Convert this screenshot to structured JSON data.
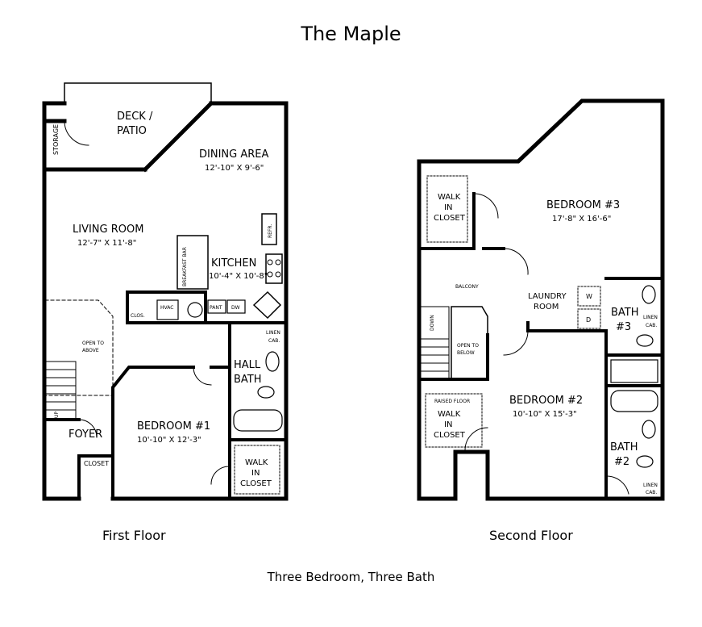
{
  "title": "The Maple",
  "subtitle": "Three Bedroom, Three Bath",
  "floors": {
    "first": {
      "label": "First Floor",
      "rooms": {
        "storage": "STORAGE",
        "deck_1": "DECK /",
        "deck_2": "PATIO",
        "dining": "DINING AREA",
        "dining_dim": "12'-10\" X 9'-6\"",
        "living": "LIVING ROOM",
        "living_dim": "12'-7\" X 11'-8\"",
        "kitchen": "KITCHEN",
        "kitchen_dim": "10'-4\" X 10'-8\"",
        "breakfast_bar": "BREAKFAST BAR",
        "refr": "REFR.",
        "clos": "CLOS.",
        "hvac": "HVAC",
        "pant": "PANT",
        "dw": "DW",
        "linen_1": "LINEN",
        "linen_2": "CAB.",
        "hall_bath_1": "HALL",
        "hall_bath_2": "BATH",
        "open_above_1": "OPEN TO",
        "open_above_2": "ABOVE",
        "bedroom1": "BEDROOM #1",
        "bedroom1_dim": "10'-10\" X 12'-3\"",
        "foyer": "FOYER",
        "closet": "CLOSET",
        "walkin_1": "WALK",
        "walkin_2": "IN",
        "walkin_3": "CLOSET",
        "up": "UP"
      }
    },
    "second": {
      "label": "Second Floor",
      "rooms": {
        "walkin_a_1": "WALK",
        "walkin_a_2": "IN",
        "walkin_a_3": "CLOSET",
        "bedroom3": "BEDROOM #3",
        "bedroom3_dim": "17'-8\" X 16'-6\"",
        "balcony": "BALCONY",
        "laundry_1": "LAUNDRY",
        "laundry_2": "ROOM",
        "w": "W",
        "d": "D",
        "bath3_1": "BATH",
        "bath3_2": "#3",
        "linen_a_1": "LINEN",
        "linen_a_2": "CAB.",
        "down": "DOWN",
        "open_below_1": "OPEN TO",
        "open_below_2": "BELOW",
        "raised_floor": "RAISED FLOOR",
        "walkin_b_1": "WALK",
        "walkin_b_2": "IN",
        "walkin_b_3": "CLOSET",
        "bedroom2": "BEDROOM #2",
        "bedroom2_dim": "10'-10\" X 15'-3\"",
        "bath2_1": "BATH",
        "bath2_2": "#2",
        "linen_b_1": "LINEN",
        "linen_b_2": "CAB."
      }
    }
  }
}
